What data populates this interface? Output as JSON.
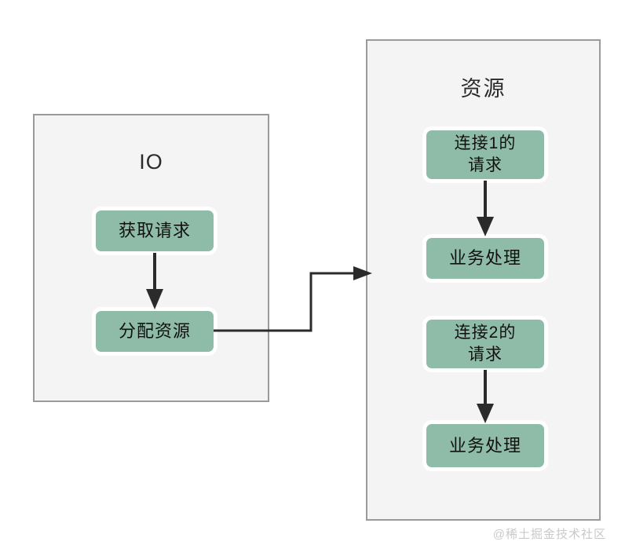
{
  "diagram": {
    "title_io": "IO",
    "title_resource": "资源",
    "watermark": "@稀土掘金技术社区",
    "colors": {
      "node_fill": "#8fbca8",
      "panel_fill": "#f4f4f4",
      "panel_border": "#9a9a9a",
      "arrow": "#2b2b2b",
      "text": "#111111",
      "watermark": "#c9c9c9"
    },
    "panels": [
      {
        "id": "io",
        "title": "IO",
        "nodes": [
          {
            "id": "fetch-request",
            "label": "获取请求"
          },
          {
            "id": "allocate-resource",
            "label": "分配资源"
          }
        ]
      },
      {
        "id": "resource",
        "title": "资源",
        "nodes": [
          {
            "id": "conn1-request",
            "label": "连接1的\n请求",
            "line1": "连接1的",
            "line2": "请求"
          },
          {
            "id": "business-1",
            "label": "业务处理"
          },
          {
            "id": "conn2-request",
            "label": "连接2的\n请求",
            "line1": "连接2的",
            "line2": "请求"
          },
          {
            "id": "business-2",
            "label": "业务处理"
          }
        ]
      }
    ],
    "edges": [
      {
        "id": "fetch-to-allocate",
        "from": "fetch-request",
        "to": "allocate-resource",
        "kind": "vertical-arrow"
      },
      {
        "id": "allocate-to-resource",
        "from": "allocate-resource",
        "to": "resource-panel",
        "kind": "elbow-arrow"
      },
      {
        "id": "conn1-to-business1",
        "from": "conn1-request",
        "to": "business-1",
        "kind": "vertical-arrow"
      },
      {
        "id": "conn2-to-business2",
        "from": "conn2-request",
        "to": "business-2",
        "kind": "vertical-arrow"
      }
    ]
  }
}
